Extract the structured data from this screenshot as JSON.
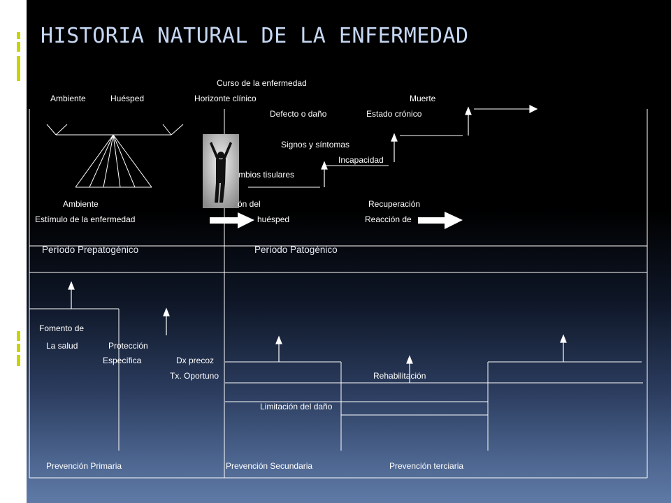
{
  "slide": {
    "title": "HISTORIA NATURAL DE LA ENFERMEDAD"
  },
  "clinical": {
    "curso": "Curso de la enfermedad",
    "ambiente_top": "Ambiente",
    "huesped": "Huésped",
    "horizonte": "Horizonte clínico",
    "muerte": "Muerte",
    "defecto": "Defecto o daño",
    "cronico": "Estado crónico",
    "signos": "Signos y síntomas",
    "incapacidad": "Incapacidad",
    "cambios": "mbios tisulares",
    "ambiente_mid": "Ambiente",
    "interaccion": "ón del",
    "recuperacion": "Recuperación",
    "estimulo": "Estímulo de la enfermedad",
    "estimulo_huesped": "huésped",
    "reaccion": "Reacción de",
    "prepatogenico": "Período Prepatogénico",
    "patogenico": "Período Patogénico"
  },
  "prevention": {
    "fomento_1": "Fomento de",
    "fomento_2": "La salud",
    "proteccion_1": "Protección",
    "proteccion_2": "Específica",
    "dx": "Dx precoz",
    "tx": "Tx. Oportuno",
    "rehab": "Rehabilitación",
    "limitacion": "Limitación del daño",
    "primaria": "Prevención Primaria",
    "secundaria": "Prevención Secundaria",
    "terciaria": "Prevención terciaria"
  },
  "colors": {
    "background_top": "#000000",
    "background_bottom": "#5f7aa6",
    "title": "#c6d7f2",
    "accent_strip": "#c8d400",
    "lines": "#ffffff"
  },
  "icons": [
    "person-arms-raised-icon",
    "bold-right-arrow-icon"
  ]
}
